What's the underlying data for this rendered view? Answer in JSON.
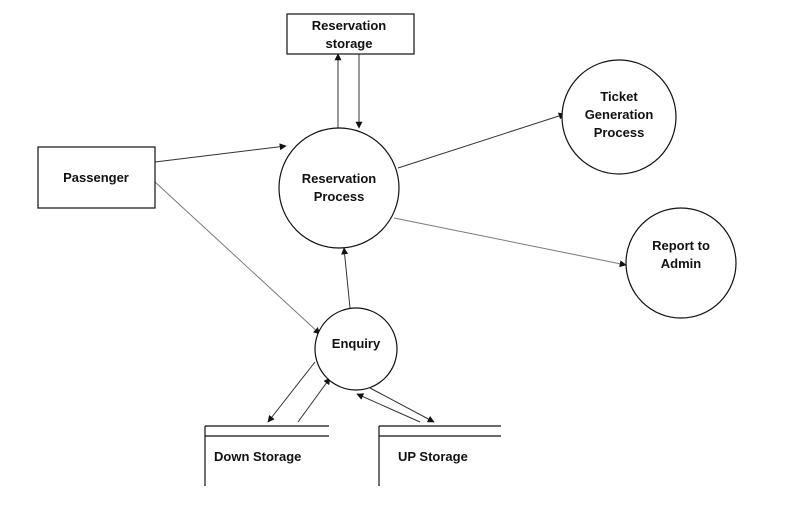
{
  "nodes": {
    "passenger": {
      "label": "Passenger"
    },
    "reservation_storage": {
      "line1": "Reservation",
      "line2": "storage"
    },
    "reservation_process": {
      "line1": "Reservation",
      "line2": "Process"
    },
    "ticket_generation": {
      "line1": "Ticket",
      "line2": "Generation",
      "line3": "Process"
    },
    "report_admin": {
      "line1": "Report to",
      "line2": "Admin"
    },
    "enquiry": {
      "label": "Enquiry"
    },
    "down_storage": {
      "label": "Down Storage"
    },
    "up_storage": {
      "label": "UP Storage"
    }
  },
  "edges": [
    {
      "from": "passenger",
      "to": "reservation_process"
    },
    {
      "from": "passenger",
      "to": "enquiry"
    },
    {
      "from": "reservation_process",
      "to": "reservation_storage"
    },
    {
      "from": "reservation_storage",
      "to": "reservation_process"
    },
    {
      "from": "reservation_process",
      "to": "ticket_generation"
    },
    {
      "from": "reservation_process",
      "to": "report_admin"
    },
    {
      "from": "enquiry",
      "to": "reservation_process"
    },
    {
      "from": "enquiry",
      "to": "down_storage"
    },
    {
      "from": "down_storage",
      "to": "enquiry"
    },
    {
      "from": "enquiry",
      "to": "up_storage"
    },
    {
      "from": "up_storage",
      "to": "enquiry"
    }
  ]
}
